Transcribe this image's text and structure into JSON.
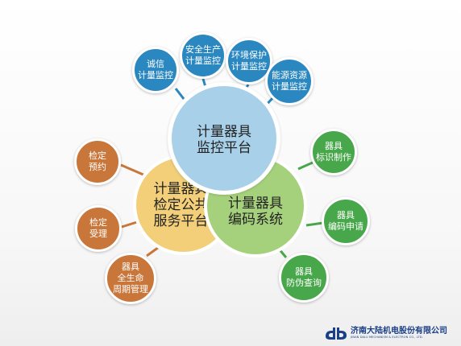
{
  "center": {
    "monitoring": {
      "line1": "计量器具",
      "line2": "监控平台"
    },
    "verification": {
      "line1": "计量器具",
      "line2": "检定公共",
      "line3": "服务平台"
    },
    "coding": {
      "line1": "计量器具",
      "line2": "编码系统"
    }
  },
  "monitoring_nodes": [
    {
      "line1": "诚信",
      "line2": "计量监控"
    },
    {
      "line1": "安全生产",
      "line2": "计量监控"
    },
    {
      "line1": "环境保护",
      "line2": "计量监控"
    },
    {
      "line1": "能源资源",
      "line2": "计量监控"
    }
  ],
  "verification_nodes": [
    {
      "line1": "检定",
      "line2": "预约"
    },
    {
      "line1": "检定",
      "line2": "受理"
    },
    {
      "line1": "器具",
      "line2": "全生命",
      "line3": "周期管理"
    }
  ],
  "coding_nodes": [
    {
      "line1": "器具",
      "line2": "标识制作"
    },
    {
      "line1": "器具",
      "line2": "编码申请"
    },
    {
      "line1": "器具",
      "line2": "防伪查询"
    }
  ],
  "logo": {
    "name_cn": "济南大陆机电股份有限公司",
    "name_en": "JINAN DALU MECHANISM & ELECTRON CO., LTD."
  },
  "colors": {
    "monitor_fill": "#a8d0e8",
    "verify_fill": "#f2cf78",
    "code_fill": "#a6d17c",
    "blue_node": "#2a87c0",
    "orange_node": "#c8763a",
    "green_node": "#48a74a",
    "brand_blue": "#1b3f86"
  }
}
